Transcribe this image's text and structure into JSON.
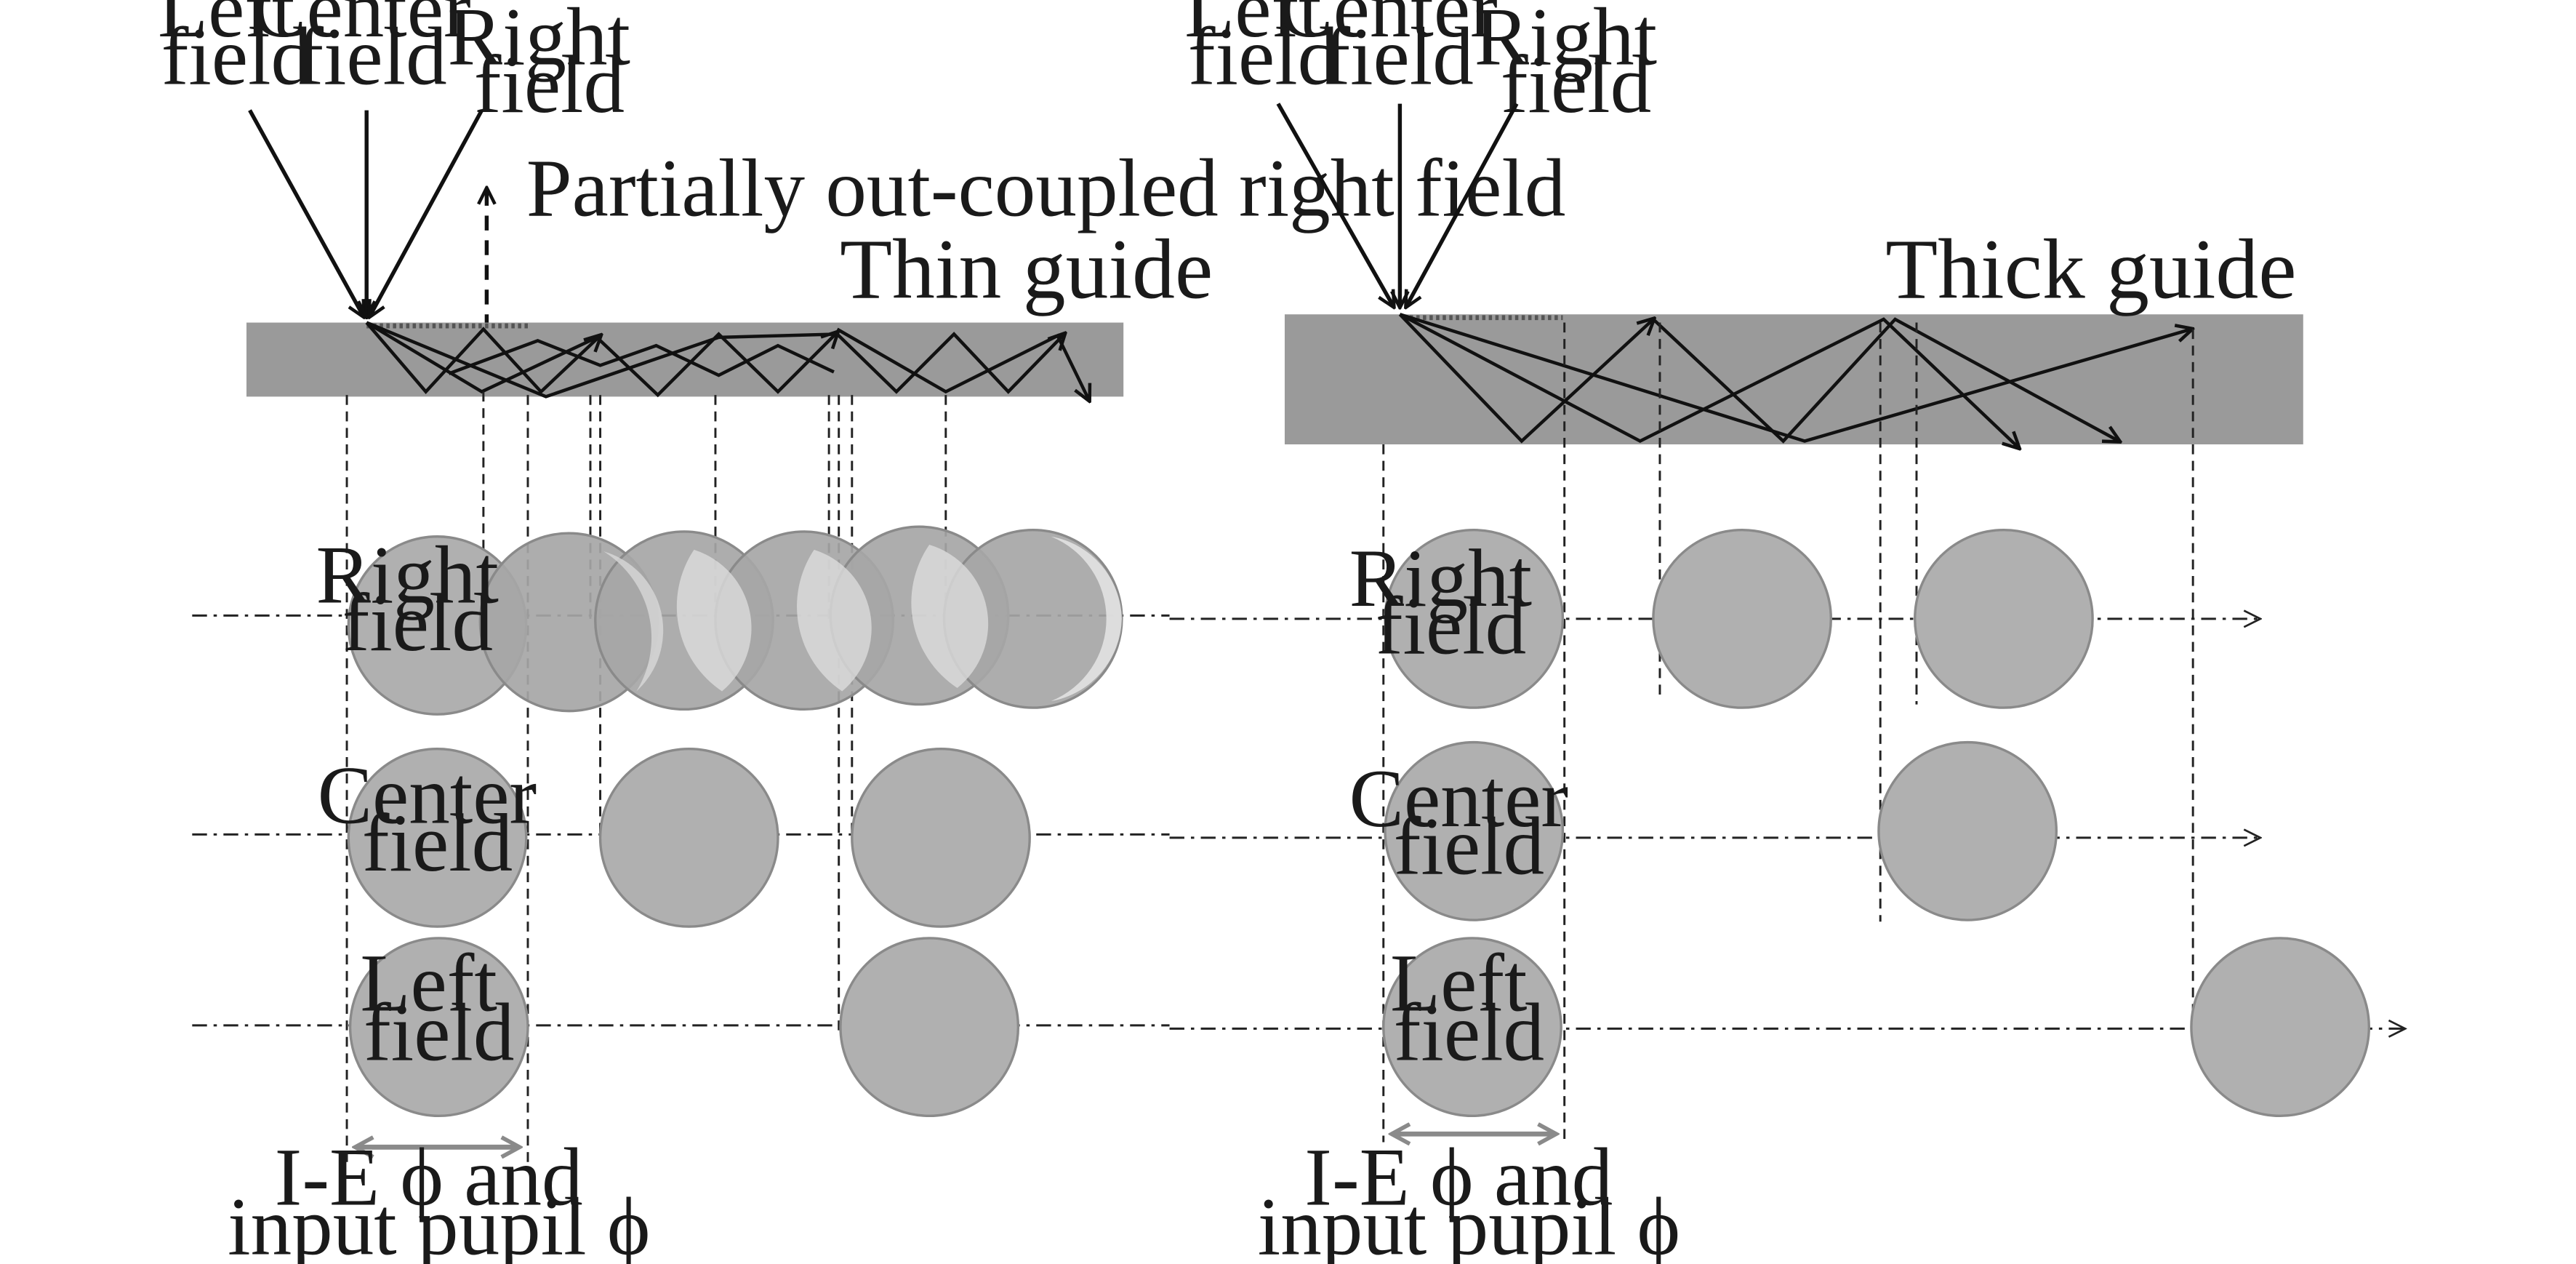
{
  "colors": {
    "guide_fill": "#9a9a9a",
    "disk_fill": "#b0b0b0",
    "disk_stroke": "#8a8a8a",
    "ray": "#111111",
    "dashed": "#222222",
    "double_arrow": "#8a8a8a"
  },
  "panels": [
    {
      "id": "thin",
      "title": "Thin guide",
      "input_fields": [
        "Left\nfield",
        "Center\nfield",
        "Right\nfield"
      ],
      "outcoupled_note": "Partially out-coupled right field",
      "disk_labels": [
        "Right\nfield",
        "Center\nfield",
        "Left\nfield"
      ],
      "pupil_caption": [
        "I-E ϕ and",
        "input pupil ϕ"
      ]
    },
    {
      "id": "thick",
      "title": "Thick guide",
      "input_fields": [
        "Left\nfield",
        "Center\nfield",
        "Right\nfield"
      ],
      "disk_labels": [
        "Right\nfield",
        "Center\nfield",
        "Left\nfield"
      ],
      "pupil_caption": [
        "I-E ϕ and",
        "input pupil ϕ"
      ]
    }
  ]
}
